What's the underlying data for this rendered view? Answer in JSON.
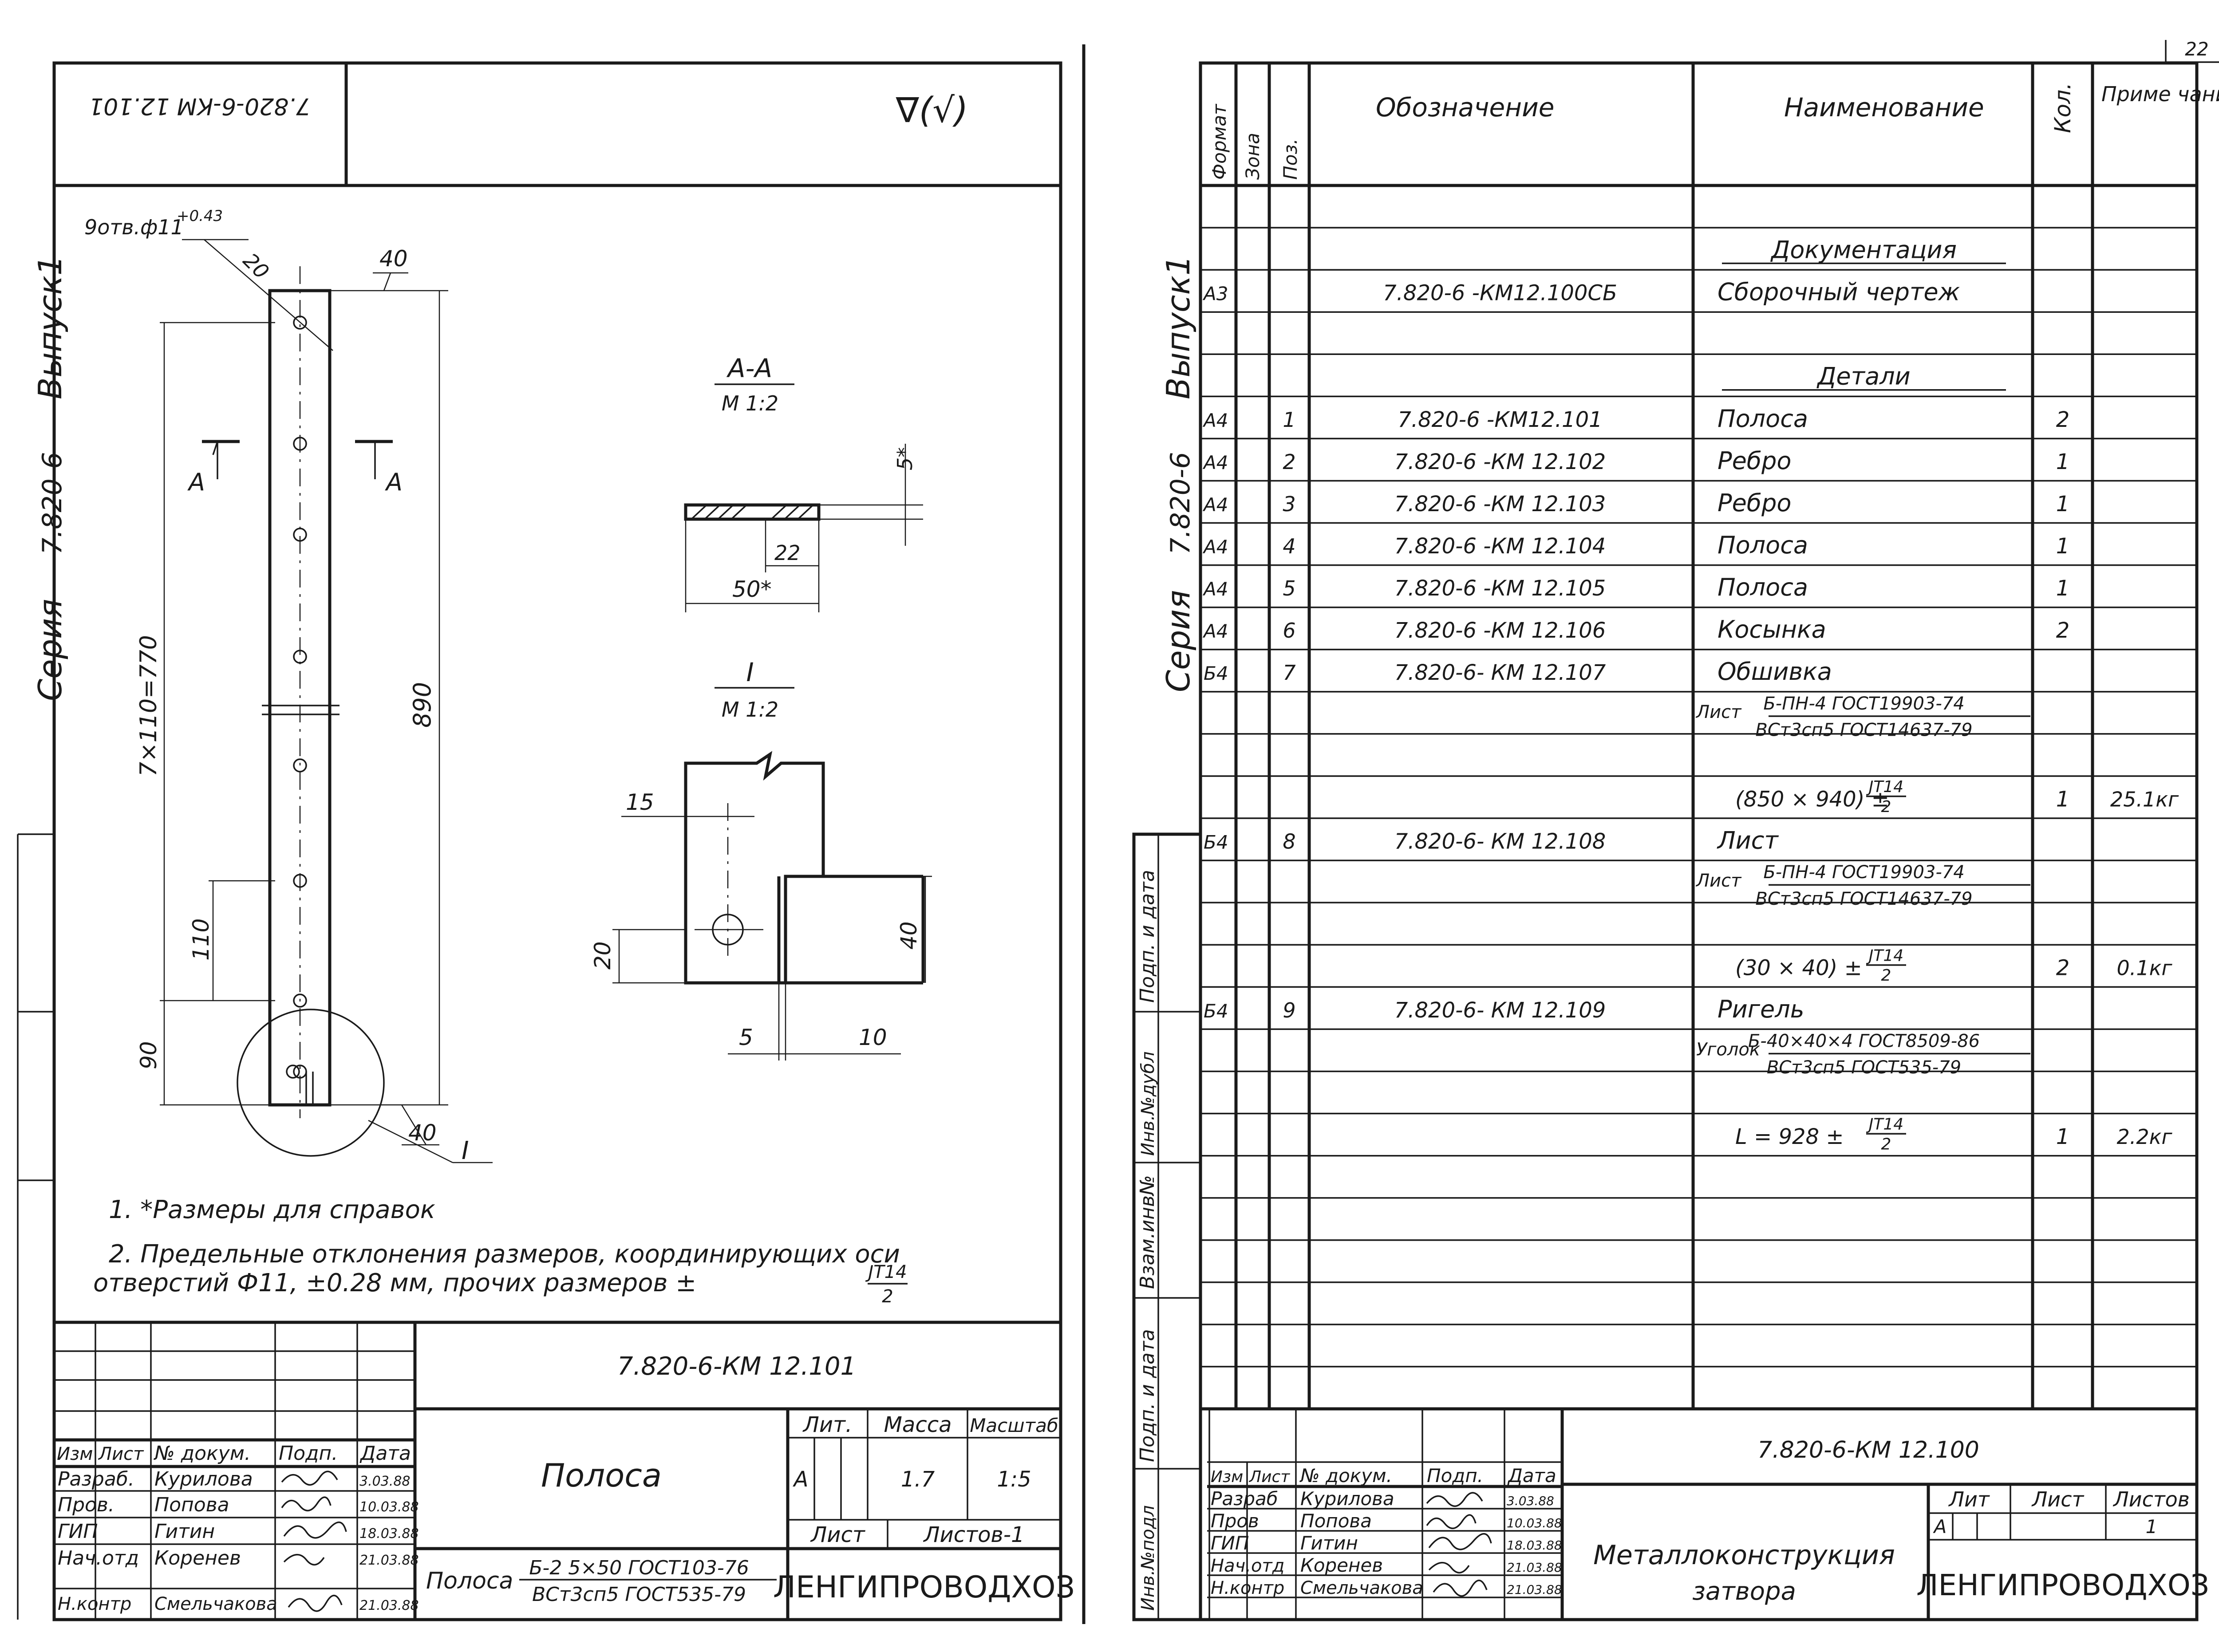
{
  "page_number": "22",
  "left_sheet": {
    "stamp_code_rotated": "7.820-6-КМ 12.101",
    "roughness_mark": "∇(√)",
    "side_labels": {
      "series": "Серия",
      "series_code": "7.820-6",
      "issue": "Выпуск1"
    },
    "drawing": {
      "holes_label": "9отв.ф11",
      "holes_tol": "+0.43",
      "dim_20": "20",
      "dim_40_top": "40",
      "dim_770": "7×110=770",
      "dim_890": "890",
      "dim_110": "110",
      "dim_90": "90",
      "dim_40_bottom": "40",
      "view_ref": "I",
      "section_mark": "A",
      "section_title": "А-А",
      "section_scale": "М 1:2",
      "section_dim_5": "5*",
      "section_dim_22": "22",
      "section_dim_50": "50*",
      "detail_title": "I",
      "detail_scale": "М 1:2",
      "detail_dim_15": "15",
      "detail_dim_40": "40",
      "detail_dim_20": "20",
      "detail_dim_5": "5",
      "detail_dim_10": "10"
    },
    "notes": {
      "n1": "1. *Размеры для справок",
      "n2a": "2. Предельные отклонения размеров, координирующих оси",
      "n2b": "отверстий Ф11,    ±0.28 мм,   прочих размеров ±",
      "tol_num": "JT14",
      "tol_den": "2"
    },
    "title_block": {
      "doc_code": "7.820-6-КМ 12.101",
      "name": "Полоса",
      "header_lit": "Лит.",
      "header_mass": "Масса",
      "header_scale": "Масштаб",
      "lit_value": "А",
      "mass_value": "1.7",
      "scale_value": "1:5",
      "sheet_label": "Лист",
      "sheets_label": "Листов-1",
      "material_prefix": "Полоса",
      "material_top": "Б-2 5×50 ГОСТ103-76",
      "material_bottom": "ВСт3сп5 ГОСТ535-79",
      "org": "ЛЕНГИПРОВОДХОЗ",
      "col_headers": [
        "Изм",
        "Лист",
        "№ докум.",
        "Подп.",
        "Дата"
      ],
      "roles": [
        {
          "role": "Разраб.",
          "name": "Курилова",
          "date": "3.03.88"
        },
        {
          "role": "Пров.",
          "name": "Попова",
          "date": "10.03.88"
        },
        {
          "role": "ГИП",
          "name": "Гитин",
          "date": "18.03.88"
        },
        {
          "role": "Нач.отд",
          "name": "Коренев",
          "date": "21.03.88"
        },
        {
          "role": "Н.контр",
          "name": "Смельчакова",
          "date": "21.03.88"
        }
      ]
    }
  },
  "right_sheet": {
    "side_labels": {
      "series": "Серия",
      "series_code": "7.820-6",
      "issue": "Выпуск1"
    },
    "stamp_columns": [
      "Инв.№подл",
      "Подп. и дата",
      "Взам.инв№",
      "Инв.№дубл",
      "Подп. и дата"
    ],
    "spec_headers": {
      "format": "Формат",
      "zone": "Зона",
      "pos": "Поз.",
      "designation": "Обозначение",
      "name": "Наименование",
      "qty": "Кол.",
      "note": "Приме чание"
    },
    "spec_rows": [
      {
        "fmt": "",
        "pos": "",
        "des": "",
        "name": "",
        "qty": "",
        "note": ""
      },
      {
        "fmt": "",
        "pos": "",
        "des": "",
        "name": "Документация",
        "qty": "",
        "note": "",
        "underline": true
      },
      {
        "fmt": "А3",
        "pos": "",
        "des": "7.820-6 -КМ12.100СБ",
        "name": "Сборочный чертеж",
        "qty": "",
        "note": ""
      },
      {
        "fmt": "",
        "pos": "",
        "des": "",
        "name": "",
        "qty": "",
        "note": ""
      },
      {
        "fmt": "",
        "pos": "",
        "des": "",
        "name": "Детали",
        "qty": "",
        "note": "",
        "underline": true
      },
      {
        "fmt": "А4",
        "pos": "1",
        "des": "7.820-6 -КМ12.101",
        "name": "Полоса",
        "qty": "2",
        "note": ""
      },
      {
        "fmt": "А4",
        "pos": "2",
        "des": "7.820-6 -КМ 12.102",
        "name": "Ребро",
        "qty": "1",
        "note": ""
      },
      {
        "fmt": "А4",
        "pos": "3",
        "des": "7.820-6 -КМ 12.103",
        "name": "Ребро",
        "qty": "1",
        "note": ""
      },
      {
        "fmt": "А4",
        "pos": "4",
        "des": "7.820-6 -КМ 12.104",
        "name": "Полоса",
        "qty": "1",
        "note": ""
      },
      {
        "fmt": "А4",
        "pos": "5",
        "des": "7.820-6 -КМ 12.105",
        "name": "Полоса",
        "qty": "1",
        "note": ""
      },
      {
        "fmt": "А4",
        "pos": "6",
        "des": "7.820-6 -КМ 12.106",
        "name": "Косынка",
        "qty": "2",
        "note": ""
      },
      {
        "fmt": "Б4",
        "pos": "7",
        "des": "7.820-6- КМ 12.107",
        "name": "Обшивка",
        "qty": "",
        "note": ""
      },
      {
        "fmt": "",
        "pos": "",
        "des": "",
        "name": "",
        "qty": "",
        "note": "",
        "mat": {
          "prefix": "Лист",
          "top": "Б-ПН-4 ГОСТ19903-74",
          "bottom": "ВСт3сп5 ГОСТ14637-79"
        }
      },
      {
        "fmt": "",
        "pos": "",
        "des": "",
        "name": "",
        "qty": "",
        "note": ""
      },
      {
        "fmt": "",
        "pos": "",
        "des": "",
        "name": "",
        "qty": "1",
        "note": "25.1кг",
        "dimtext": "(850 × 940) ±",
        "tol": {
          "num": "JT14",
          "den": "2"
        }
      },
      {
        "fmt": "Б4",
        "pos": "8",
        "des": "7.820-6- КМ 12.108",
        "name": "Лист",
        "qty": "",
        "note": ""
      },
      {
        "fmt": "",
        "pos": "",
        "des": "",
        "name": "",
        "qty": "",
        "note": "",
        "mat": {
          "prefix": "Лист",
          "top": "Б-ПН-4 ГОСТ19903-74",
          "bottom": "ВСт3сп5 ГОСТ14637-79"
        }
      },
      {
        "fmt": "",
        "pos": "",
        "des": "",
        "name": "",
        "qty": "",
        "note": ""
      },
      {
        "fmt": "",
        "pos": "",
        "des": "",
        "name": "",
        "qty": "2",
        "note": "0.1кг",
        "dimtext": "(30 × 40) ±",
        "tol": {
          "num": "JT14",
          "den": "2"
        }
      },
      {
        "fmt": "Б4",
        "pos": "9",
        "des": "7.820-6- КМ 12.109",
        "name": "Ригель",
        "qty": "",
        "note": ""
      },
      {
        "fmt": "",
        "pos": "",
        "des": "",
        "name": "",
        "qty": "",
        "note": "",
        "mat": {
          "prefix": "Уголок",
          "top": "Б-40×40×4 ГОСТ8509-86",
          "bottom": "ВСт3сп5 ГОСТ535-79"
        }
      },
      {
        "fmt": "",
        "pos": "",
        "des": "",
        "name": "",
        "qty": "",
        "note": ""
      },
      {
        "fmt": "",
        "pos": "",
        "des": "",
        "name": "",
        "qty": "1",
        "note": "2.2кг",
        "dimtext": "L = 928 ±",
        "tol": {
          "num": "JT14",
          "den": "2"
        }
      },
      {
        "fmt": "",
        "pos": "",
        "des": "",
        "name": "",
        "qty": "",
        "note": ""
      },
      {
        "fmt": "",
        "pos": "",
        "des": "",
        "name": "",
        "qty": "",
        "note": ""
      },
      {
        "fmt": "",
        "pos": "",
        "des": "",
        "name": "",
        "qty": "",
        "note": ""
      },
      {
        "fmt": "",
        "pos": "",
        "des": "",
        "name": "",
        "qty": "",
        "note": ""
      },
      {
        "fmt": "",
        "pos": "",
        "des": "",
        "name": "",
        "qty": "",
        "note": ""
      },
      {
        "fmt": "",
        "pos": "",
        "des": "",
        "name": "",
        "qty": "",
        "note": ""
      }
    ],
    "title_block": {
      "doc_code": "7.820-6-КМ 12.100",
      "name_line1": "Металлоконструкция",
      "name_line2": "затвора",
      "header_lit": "Лит",
      "header_sheet": "Лист",
      "header_sheets": "Листов",
      "lit_value": "А",
      "sheets_value": "1",
      "org": "ЛЕНГИПРОВОДХОЗ",
      "col_headers": [
        "Изм",
        "Лист",
        "№ докум.",
        "Подп.",
        "Дата"
      ],
      "roles": [
        {
          "role": "Разраб",
          "name": "Курилова",
          "date": "3.03.88"
        },
        {
          "role": "Пров",
          "name": "Попова",
          "date": "10.03.88"
        },
        {
          "role": "ГИП",
          "name": "Гитин",
          "date": "18.03.88"
        },
        {
          "role": "Нач.отд",
          "name": "Коренев",
          "date": "21.03.88"
        },
        {
          "role": "Н.контр",
          "name": "Смельчакова",
          "date": "21.03.88"
        }
      ]
    }
  }
}
